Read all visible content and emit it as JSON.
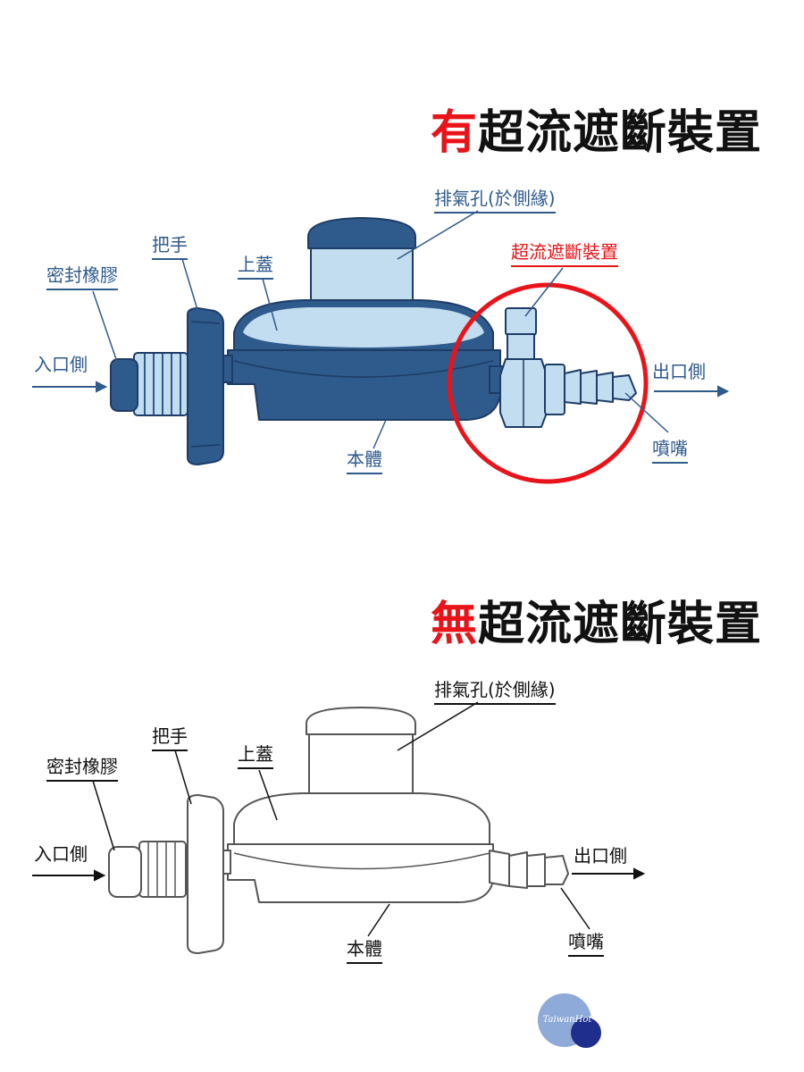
{
  "top_section": {
    "title_mark": "有",
    "title_rest": "超流遮斷裝置",
    "labels": {
      "exhaust": "排氣孔(於側緣)",
      "flow_cutoff": "超流遮斷裝置",
      "handle": "把手",
      "cover": "上蓋",
      "seal": "密封橡膠",
      "inlet": "入口側",
      "outlet": "出口側",
      "body": "本體",
      "nozzle": "噴嘴"
    }
  },
  "bottom_section": {
    "title_mark": "無",
    "title_rest": "超流遮斷裝置",
    "labels": {
      "exhaust": "排氣孔(於側緣)",
      "handle": "把手",
      "cover": "上蓋",
      "seal": "密封橡膠",
      "inlet": "入口側",
      "outlet": "出口側",
      "body": "本體",
      "nozzle": "噴嘴"
    }
  },
  "logo": {
    "text": "TaiwanHot"
  },
  "colors": {
    "accent_red": "#e8141a",
    "label_blue": "#2f5a8c",
    "regulator_dark_blue": "#2f5a8c",
    "regulator_light_blue": "#c2dcf0",
    "logo_light": "#8eaad8",
    "logo_dark": "#1f2d8c"
  }
}
